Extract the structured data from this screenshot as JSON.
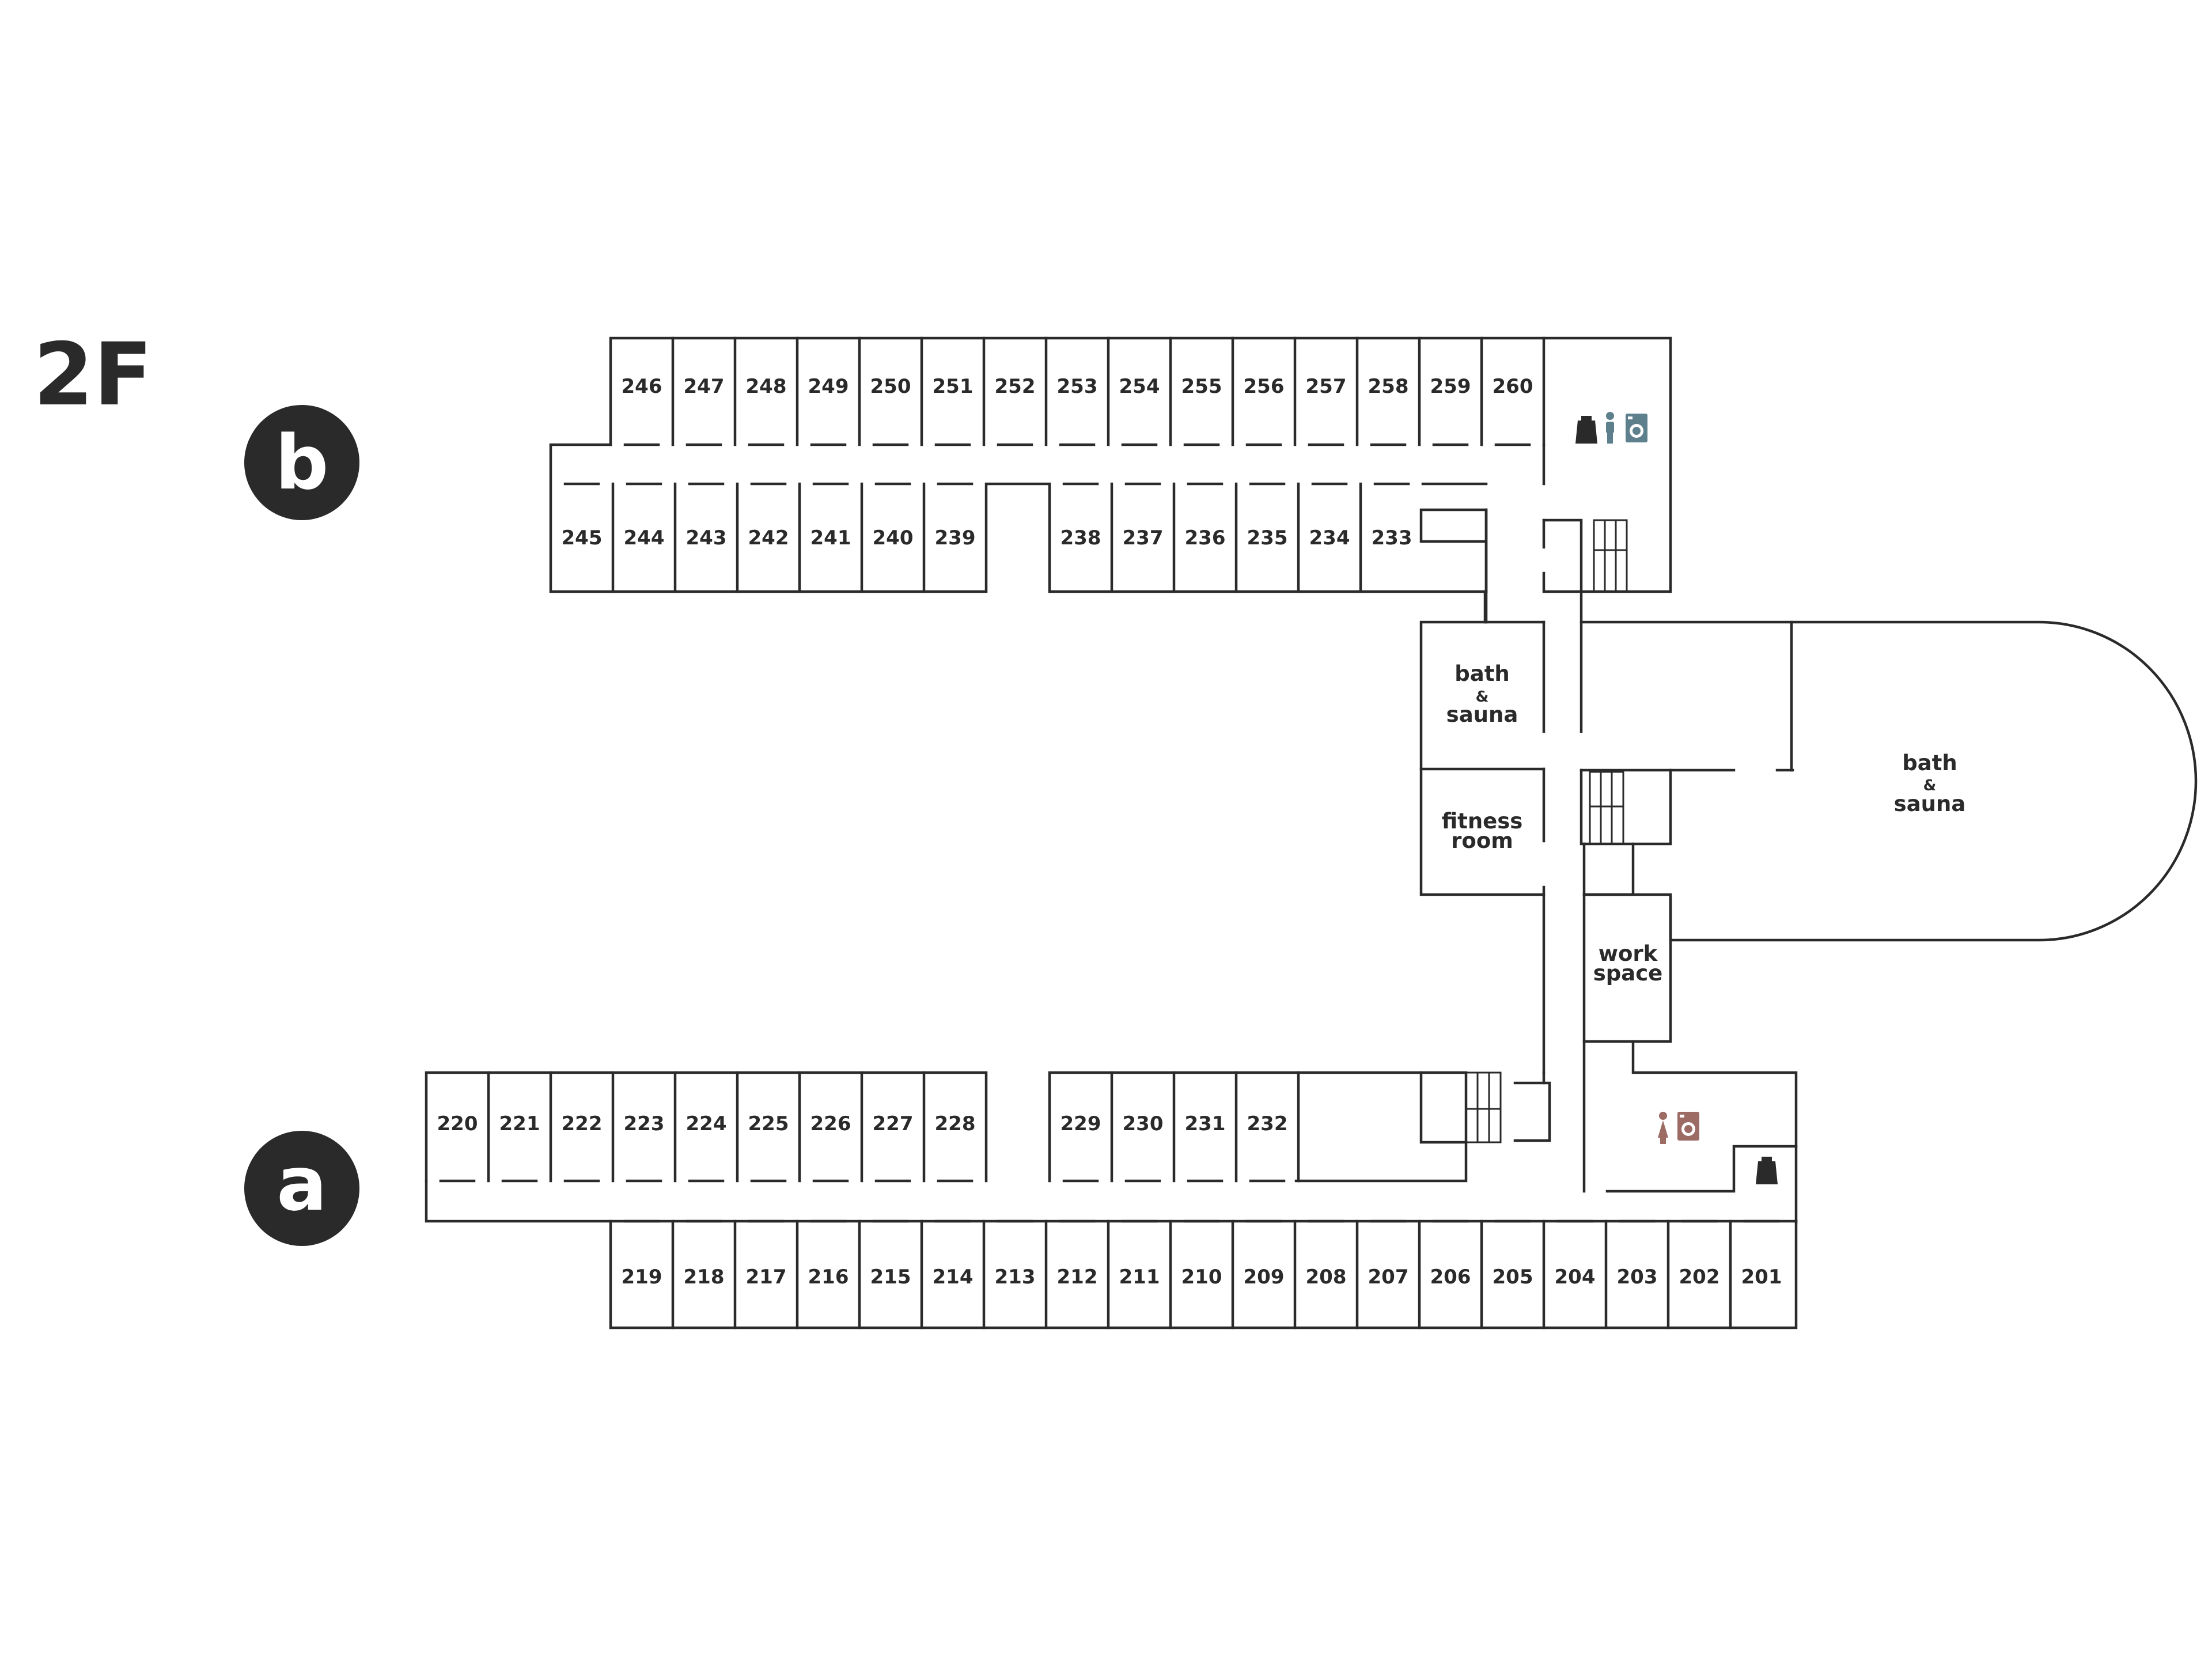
{
  "floor": {
    "label": "2F"
  },
  "wings": {
    "b": "b",
    "a": "a"
  },
  "rooms": {
    "b_top": [
      "246",
      "247",
      "248",
      "249",
      "250",
      "251",
      "252",
      "253",
      "254",
      "255",
      "256",
      "257",
      "258",
      "259",
      "260"
    ],
    "b_bottom_left": [
      "245",
      "244",
      "243",
      "242",
      "241",
      "240",
      "239"
    ],
    "b_bottom_right": [
      "238",
      "237",
      "236",
      "235",
      "234",
      "233"
    ],
    "a_top_left": [
      "220",
      "221",
      "222",
      "223",
      "224",
      "225",
      "226",
      "227",
      "228"
    ],
    "a_top_right": [
      "229",
      "230",
      "231",
      "232"
    ],
    "a_bottom": [
      "219",
      "218",
      "217",
      "216",
      "215",
      "214",
      "213",
      "212",
      "211",
      "210",
      "209",
      "208",
      "207",
      "206",
      "205",
      "204",
      "203",
      "202",
      "201"
    ]
  },
  "facilities": {
    "bath_small": [
      "bath",
      "&",
      "sauna"
    ],
    "fitness": [
      "fitness",
      "room"
    ],
    "bath_large": [
      "bath",
      "&",
      "sauna"
    ],
    "work": [
      "work",
      "space"
    ]
  },
  "icons": {
    "b_wing": [
      "kettle-icon",
      "male-restroom-icon",
      "laundry-icon"
    ],
    "a_wing": [
      "female-restroom-icon",
      "laundry-icon",
      "kettle-icon"
    ]
  },
  "colors": {
    "ink": "#2a2a2a",
    "male_accent": "#5e7f8c",
    "female_accent": "#9b6b64"
  }
}
